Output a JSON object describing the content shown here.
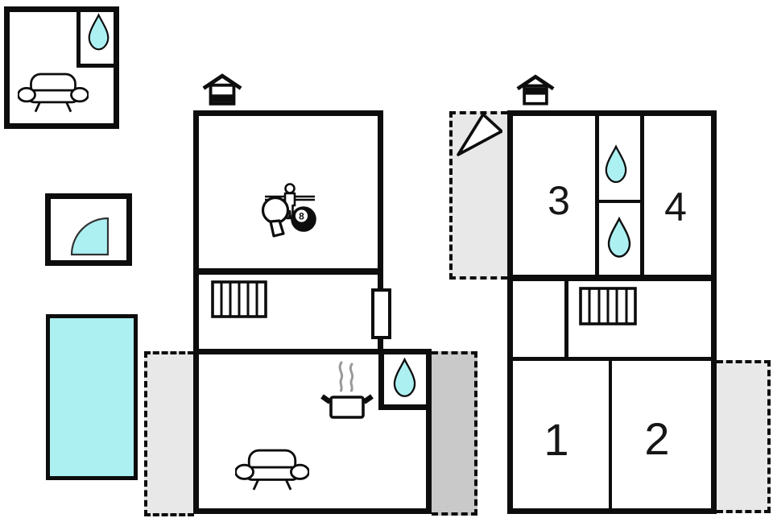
{
  "colors": {
    "water": "#ACF0F2",
    "terrace_light": "#E8E8E8",
    "terrace_dark": "#C9C9C9",
    "wall": "#0D0D0D",
    "steam": "#999999"
  },
  "rooms": [
    {
      "label": "1"
    },
    {
      "label": "2"
    },
    {
      "label": "3"
    },
    {
      "label": "4"
    }
  ],
  "eight_ball": {
    "label": "8"
  },
  "icons": {
    "fireplace": "house-chimney-icon",
    "bathroom": "water-drop-icon",
    "living": "sofa-icon",
    "staircase": "stairs-icon",
    "kitchen": "cooking-pot-steam-icon",
    "game_room": [
      "foosball-player-icon",
      "table-tennis-paddle-icon",
      "eight-ball-icon"
    ],
    "shower": "quarter-circle-shower-icon",
    "pool": "swimming-pool",
    "pointer": "triangle-pointer-icon"
  }
}
